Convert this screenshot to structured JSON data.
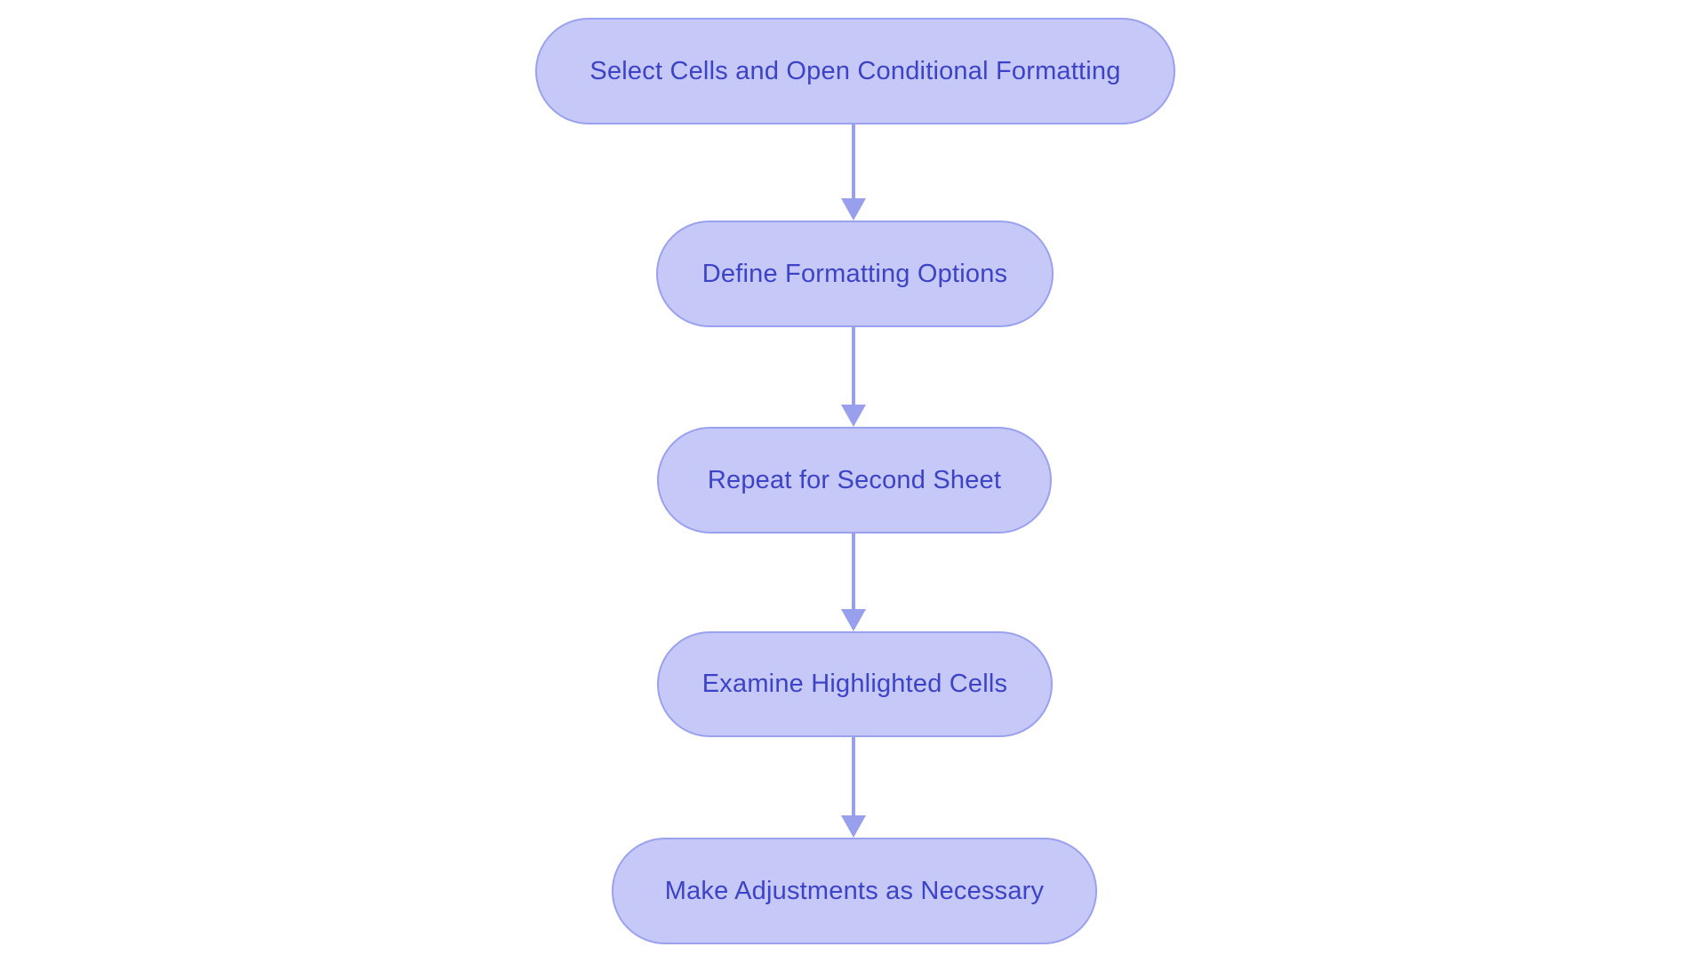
{
  "diagram": {
    "type": "flowchart",
    "direction": "top-down",
    "colors": {
      "background": "#ffffff",
      "node_fill": "#c6c9f8",
      "node_border": "#9aa1ee",
      "node_text": "#3d43c6",
      "arrow": "#98a0ee"
    },
    "steps": [
      {
        "label": "Select Cells and Open Conditional Formatting"
      },
      {
        "label": "Define Formatting Options"
      },
      {
        "label": "Repeat for Second Sheet"
      },
      {
        "label": "Examine Highlighted Cells"
      },
      {
        "label": "Make Adjustments as Necessary"
      }
    ],
    "connections": [
      {
        "from": 0,
        "to": 1
      },
      {
        "from": 1,
        "to": 2
      },
      {
        "from": 2,
        "to": 3
      },
      {
        "from": 3,
        "to": 4
      }
    ]
  }
}
